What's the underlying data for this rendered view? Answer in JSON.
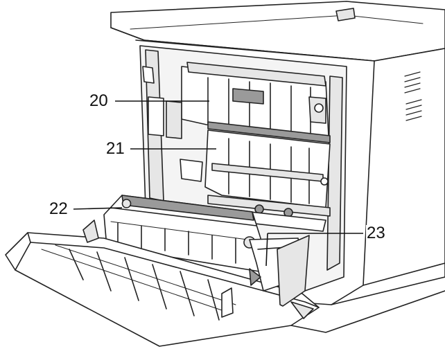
{
  "callouts": [
    {
      "id": "20",
      "label": "20"
    },
    {
      "id": "21",
      "label": "21"
    },
    {
      "id": "22",
      "label": "22"
    },
    {
      "id": "23",
      "label": "23"
    }
  ],
  "colors": {
    "line": "#222222",
    "fill": "#ffffff",
    "shade": "#e6e6e6",
    "dark": "#9a9a9a"
  }
}
